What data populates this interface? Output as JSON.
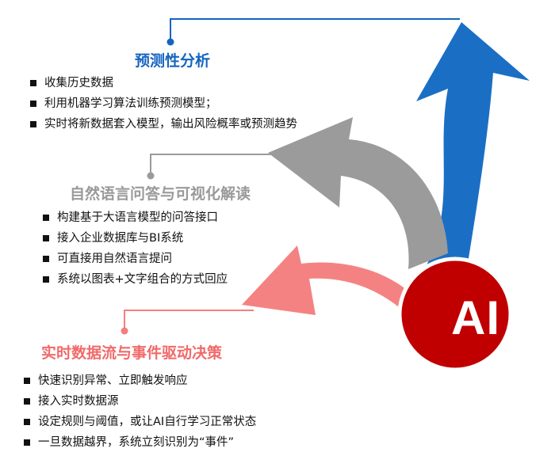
{
  "predictive": {
    "title": "预测性分析",
    "items": [
      "收集历史数据",
      "利用机器学习算法训练预测模型；",
      "实时将新数据套入模型，输出风险概率或预测趋势"
    ],
    "color": "#1565c0"
  },
  "nlp": {
    "title": "自然语言问答与可视化解读",
    "items": [
      "构建基于大语言模型的问答接口",
      "接入企业数据库与BI系统",
      "可直接用自然语言提问",
      "系统以图表+文字组合的方式回应"
    ],
    "color": "#9a9a9a"
  },
  "realtime": {
    "title": "实时数据流与事件驱动决策",
    "items": [
      "快速识别异常、立即触发响应",
      "接入实时数据源",
      "设定规则与阈值，或让AI自行学习正常状态",
      "一旦数据越界，系统立刻识别为“事件”"
    ],
    "color": "#f47f7f"
  },
  "core": {
    "label": "AI",
    "color": "#c00000"
  }
}
